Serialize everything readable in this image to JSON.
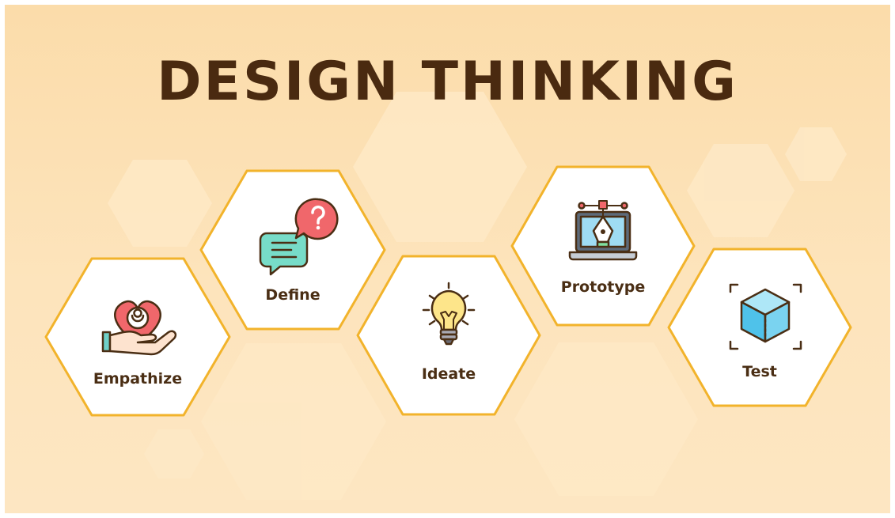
{
  "title": "DESIGN THINKING",
  "steps": [
    {
      "label": "Empathize",
      "icon": "heart-hand-icon"
    },
    {
      "label": "Define",
      "icon": "chat-question-icon"
    },
    {
      "label": "Ideate",
      "icon": "lightbulb-icon"
    },
    {
      "label": "Prototype",
      "icon": "laptop-pen-tool-icon"
    },
    {
      "label": "Test",
      "icon": "cube-icon"
    }
  ],
  "colors": {
    "background": "#fbdcaa",
    "hex_border": "#f2b32b",
    "hex_fill": "#ffffff",
    "title": "#4a2a10"
  }
}
